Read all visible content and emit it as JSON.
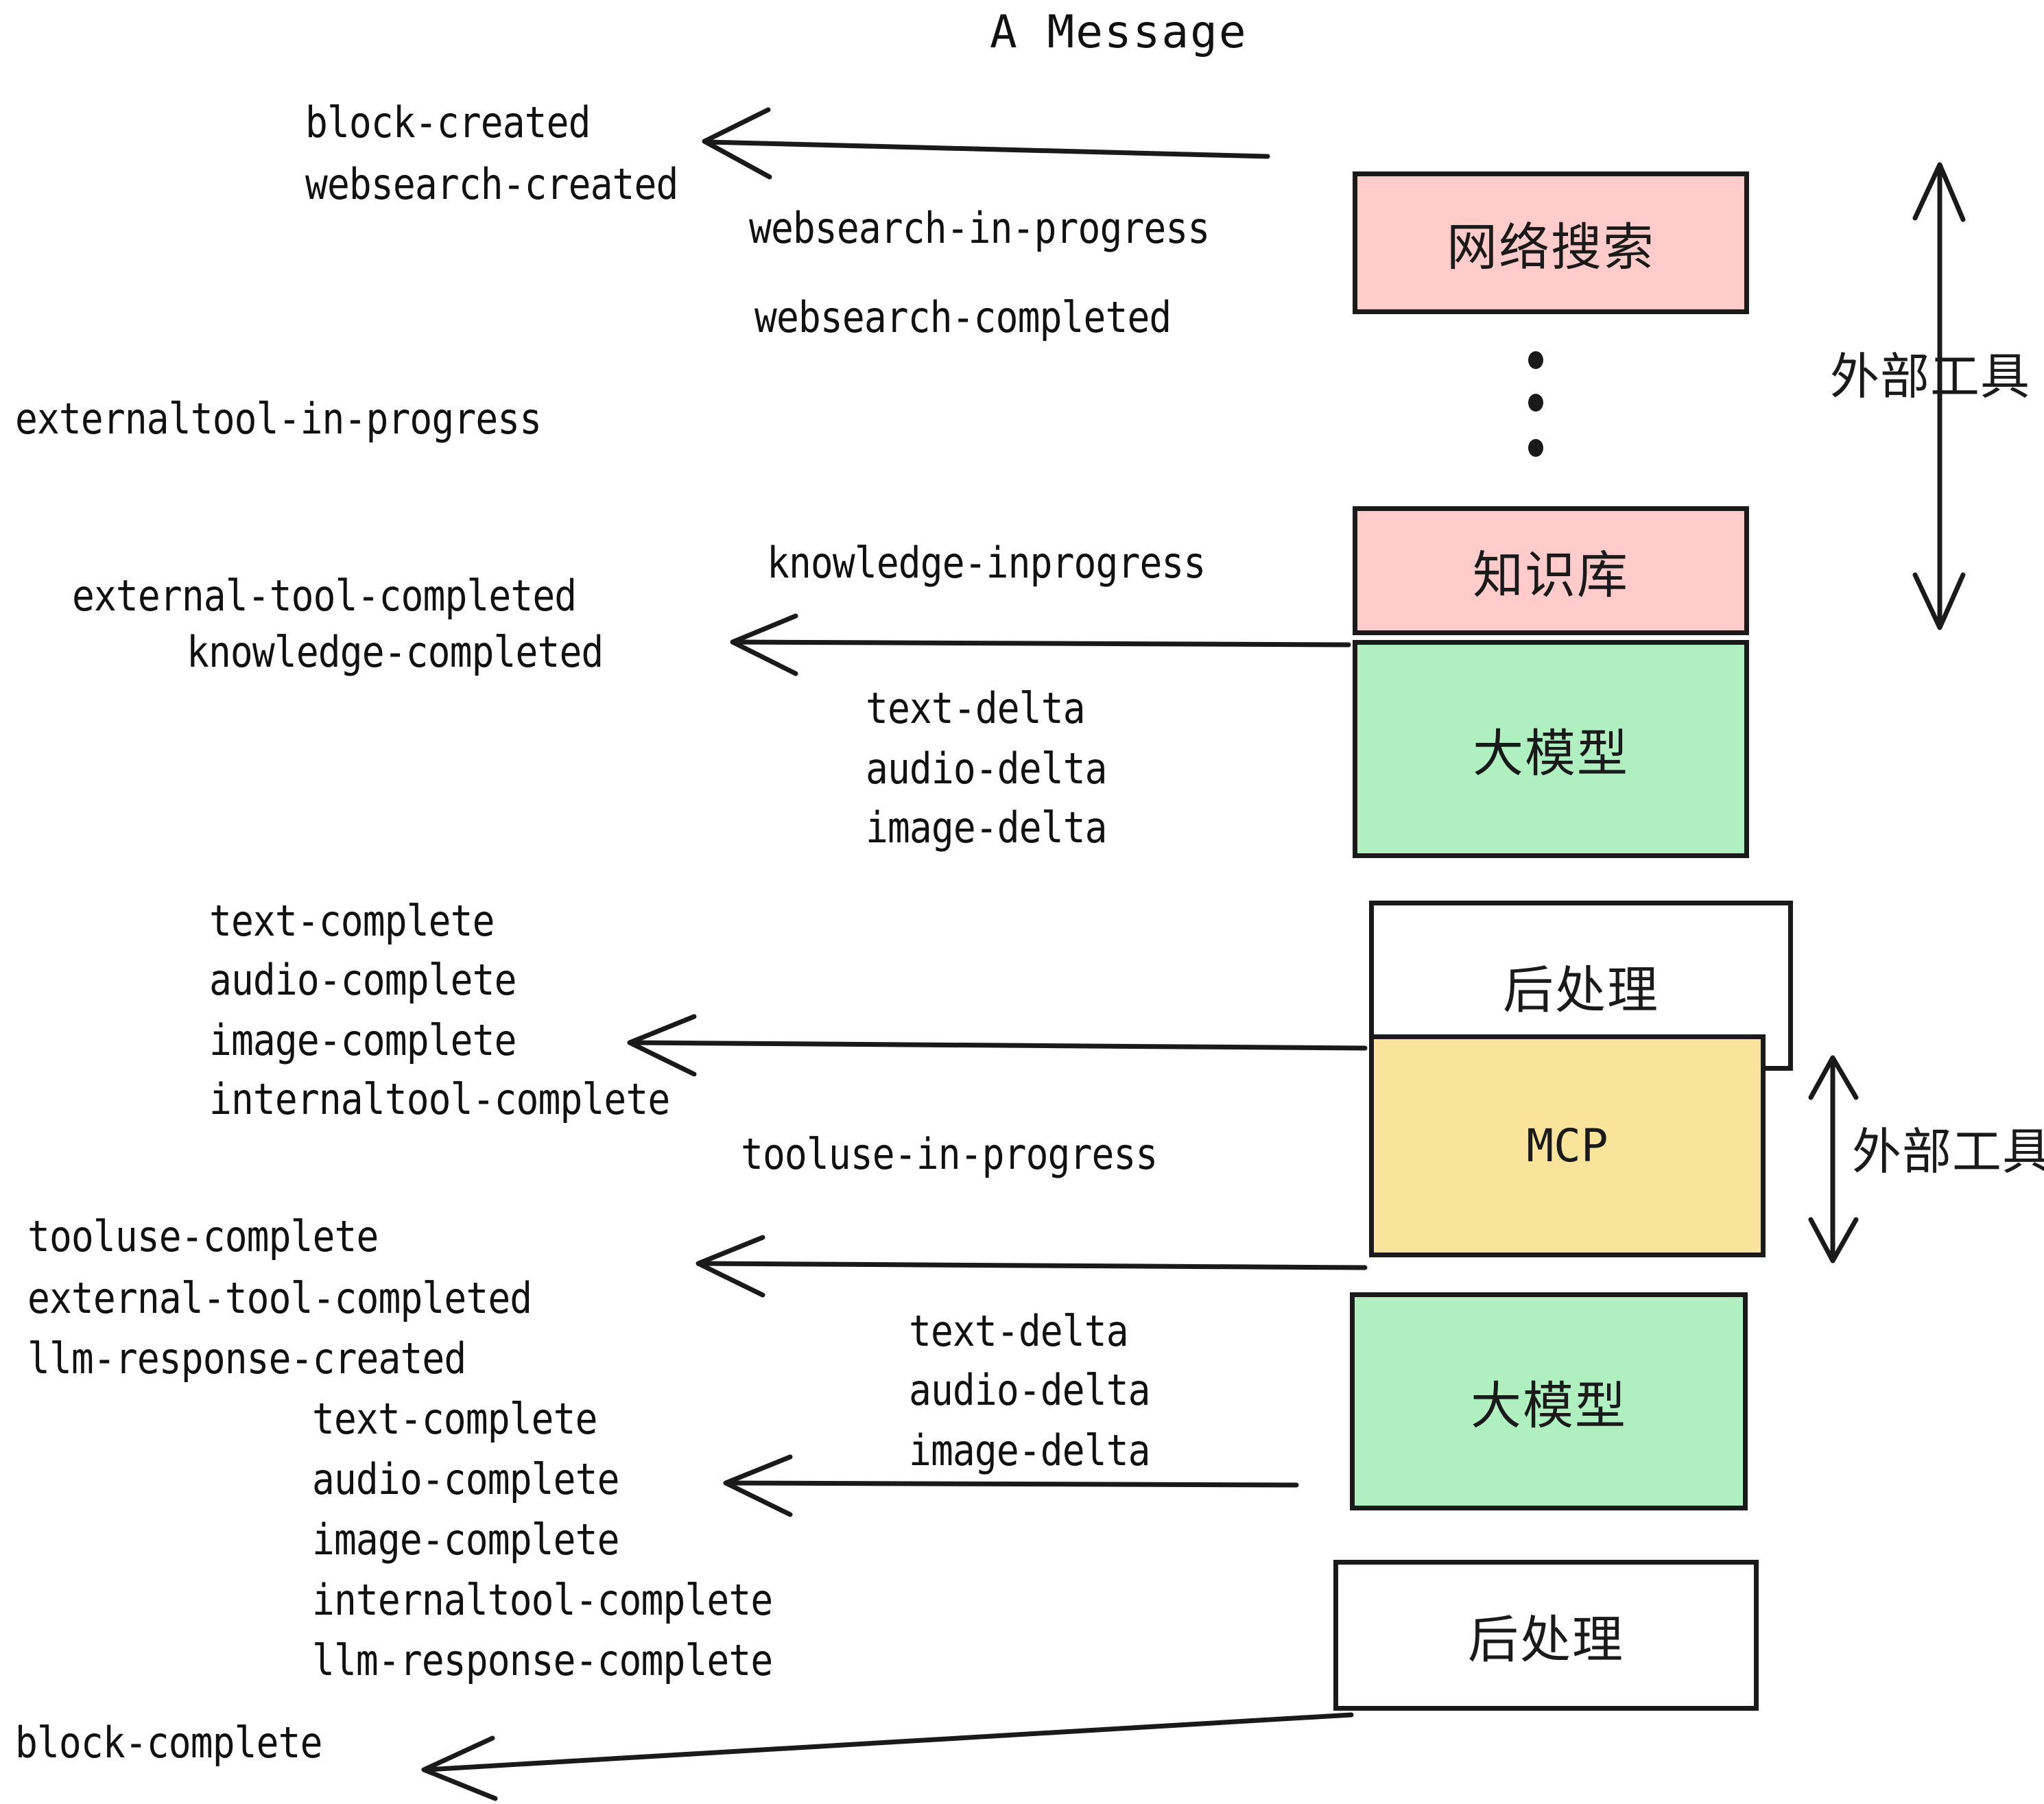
{
  "title": "A Message",
  "colors": {
    "external_tool_fill": "#FFCCCB",
    "llm_fill": "#AFEFC0",
    "mcp_fill": "#FAE49C",
    "postprocess_fill": "#FFFFFF",
    "stroke": "#1A1A1A",
    "text": "#111111",
    "background": "#FFFFFF"
  },
  "nodes": [
    {
      "id": "websearch",
      "label": "网络搜索",
      "kind": "external-tool"
    },
    {
      "id": "knowledge",
      "label": "知识库",
      "kind": "external-tool"
    },
    {
      "id": "llm-1",
      "label": "大模型",
      "kind": "llm"
    },
    {
      "id": "postprocess-1",
      "label": "后处理",
      "kind": "postprocess"
    },
    {
      "id": "mcp",
      "label": "MCP",
      "kind": "mcp"
    },
    {
      "id": "llm-2",
      "label": "大模型",
      "kind": "llm"
    },
    {
      "id": "postprocess-2",
      "label": "后处理",
      "kind": "postprocess"
    }
  ],
  "side_labels": [
    {
      "id": "external-tool-bracket-top",
      "label": "外部工具"
    },
    {
      "id": "external-tool-bracket-bottom",
      "label": "外部工具"
    }
  ],
  "events": [
    {
      "id": "block-created",
      "label": "block-created"
    },
    {
      "id": "websearch-created",
      "label": "websearch-created"
    },
    {
      "id": "websearch-in-progress",
      "label": "websearch-in-progress"
    },
    {
      "id": "websearch-completed",
      "label": "websearch-completed"
    },
    {
      "id": "externaltool-in-progress",
      "label": "externaltool-in-progress"
    },
    {
      "id": "knowledge-inprogress",
      "label": "knowledge-inprogress"
    },
    {
      "id": "external-tool-completed-1",
      "label": "external-tool-completed"
    },
    {
      "id": "knowledge-completed",
      "label": "knowledge-completed"
    },
    {
      "id": "text-delta-1",
      "label": "text-delta"
    },
    {
      "id": "audio-delta-1",
      "label": "audio-delta"
    },
    {
      "id": "image-delta-1",
      "label": "image-delta"
    },
    {
      "id": "text-complete-1",
      "label": "text-complete"
    },
    {
      "id": "audio-complete-1",
      "label": "audio-complete"
    },
    {
      "id": "image-complete-1",
      "label": "image-complete"
    },
    {
      "id": "internaltool-complete-1",
      "label": "internaltool-complete"
    },
    {
      "id": "tooluse-in-progress",
      "label": "tooluse-in-progress"
    },
    {
      "id": "tooluse-complete",
      "label": "tooluse-complete"
    },
    {
      "id": "external-tool-completed-2",
      "label": "external-tool-completed"
    },
    {
      "id": "llm-response-created",
      "label": "llm-response-created"
    },
    {
      "id": "text-delta-2",
      "label": "text-delta"
    },
    {
      "id": "audio-delta-2",
      "label": "audio-delta"
    },
    {
      "id": "image-delta-2",
      "label": "image-delta"
    },
    {
      "id": "text-complete-2",
      "label": "text-complete"
    },
    {
      "id": "audio-complete-2",
      "label": "audio-complete"
    },
    {
      "id": "image-complete-2",
      "label": "image-complete"
    },
    {
      "id": "internaltool-complete-2",
      "label": "internaltool-complete"
    },
    {
      "id": "llm-response-complete",
      "label": "llm-response-complete"
    },
    {
      "id": "block-complete",
      "label": "block-complete"
    }
  ],
  "ellipsis": {
    "id": "vertical-ellipsis",
    "count": 3
  }
}
